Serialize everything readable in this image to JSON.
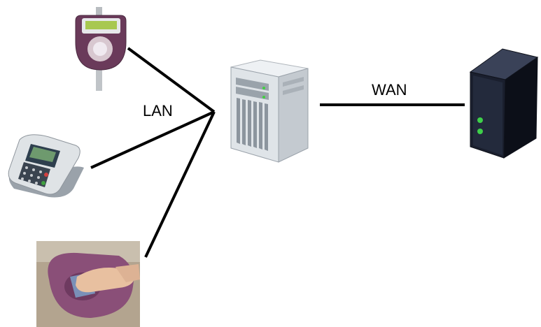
{
  "diagram": {
    "links": {
      "lan_label": "LAN",
      "wan_label": "WAN"
    },
    "nodes": [
      {
        "id": "wall-card-terminal",
        "icon": "wall-mounted-terminal-icon"
      },
      {
        "id": "payment-terminal",
        "icon": "payment-terminal-icon"
      },
      {
        "id": "contactless-reader",
        "icon": "hand-on-card-reader-photo"
      },
      {
        "id": "local-server",
        "icon": "rack-server-icon"
      },
      {
        "id": "remote-server",
        "icon": "remote-server-icon"
      }
    ],
    "colors": {
      "line": "#000000",
      "local_server": "#d8dde2",
      "remote_server": "#1a1f2e",
      "terminal_purple": "#6a3a5a"
    }
  }
}
